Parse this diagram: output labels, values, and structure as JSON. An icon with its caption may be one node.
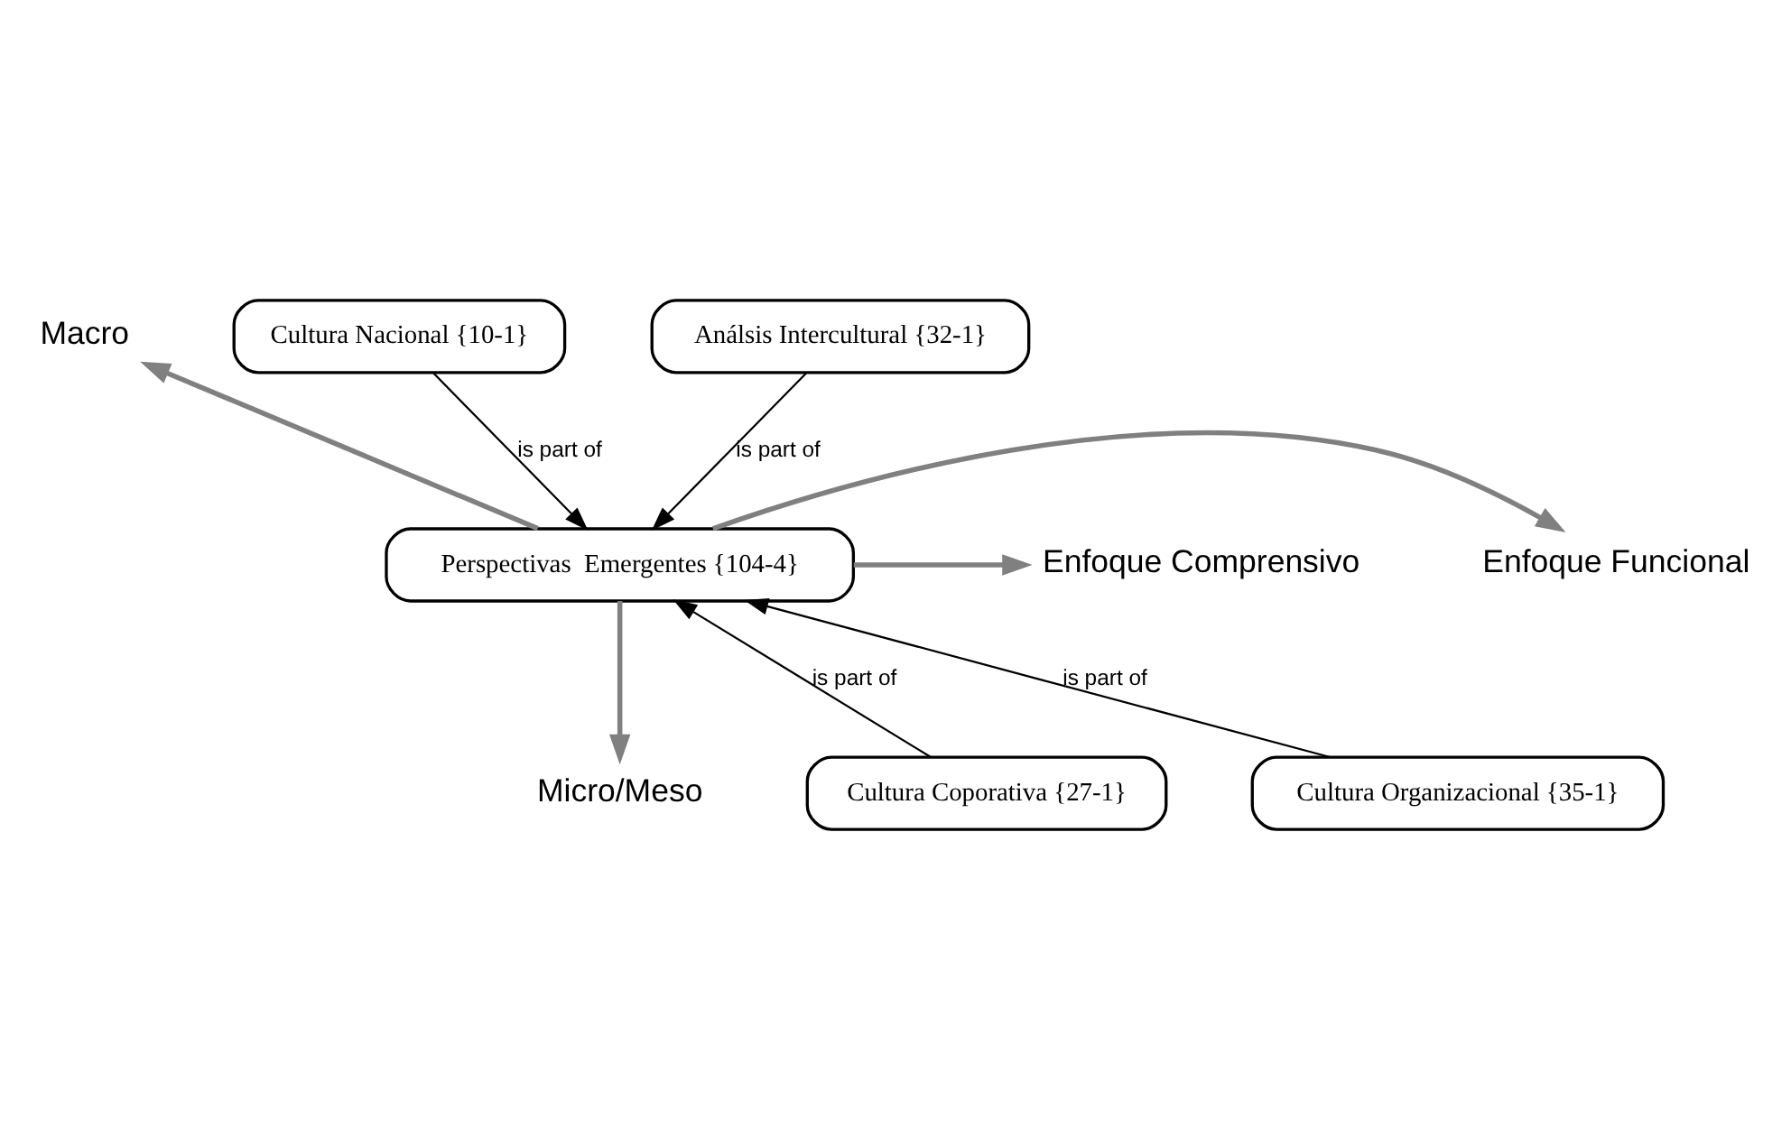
{
  "diagram": {
    "nodes": [
      {
        "text": [
          "Macro"
        ]
      },
      {
        "text": [
          "Cultura Nacional {10-1}"
        ]
      },
      {
        "text": [
          "Análsis Intercultural {32-1}"
        ]
      },
      {
        "text": [
          "Enfoque Funcional"
        ]
      },
      {
        "text": [
          "Perspectivas  Emergentes {104-4}"
        ]
      },
      {
        "text": [
          "Enfoque Comprensivo"
        ]
      },
      {
        "text": [
          "Cultura Coporativa {27-1}"
        ]
      },
      {
        "text": [
          "Cultura Organizacional {35-1}"
        ]
      },
      {
        "text": [
          "Micro/Meso"
        ]
      }
    ],
    "edges": [
      {
        "from": 1,
        "to": 4,
        "arrow": "to",
        "label": "is part of"
      },
      {
        "from": 2,
        "to": 4,
        "arrow": "to",
        "label": "is part of"
      },
      {
        "from": 6,
        "to": 4,
        "arrow": "to",
        "label": "is part of"
      },
      {
        "from": 7,
        "to": 4,
        "arrow": "to",
        "label": "is part of"
      },
      {
        "from": 4,
        "to": 0,
        "arrow": "to",
        "color": "#808080",
        "style": "thick"
      },
      {
        "from": 4,
        "to": 8,
        "arrow": "to",
        "color": "#808080",
        "style": "thick"
      },
      {
        "from": 4,
        "to": 3,
        "arrow": "to",
        "color": "#808080",
        "style": "thick"
      },
      {
        "from": 4,
        "to": 5,
        "arrow": "to",
        "color": "#808080",
        "style": "thick"
      }
    ]
  }
}
